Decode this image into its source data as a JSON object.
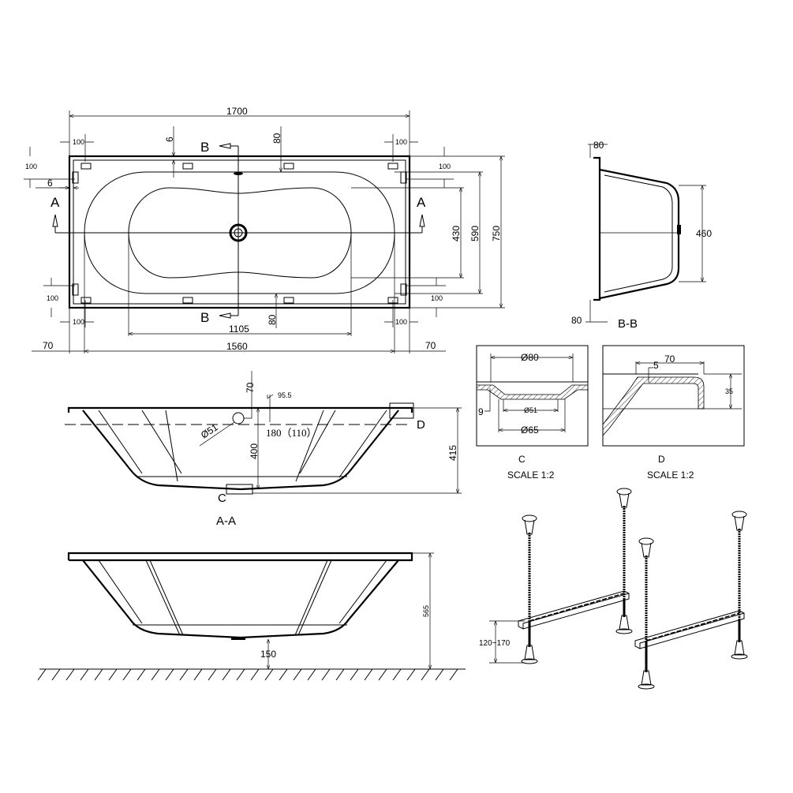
{
  "plan_view": {
    "dim_overall_length": "1700",
    "dim_inner_length": "1560",
    "dim_bottom_length": "1105",
    "dim_overall_width": "750",
    "dim_inner_width": "590",
    "dim_bottom_width": "430",
    "dim_rim_left": "70",
    "dim_rim_right": "70",
    "dim_rim_top": "80",
    "dim_rim_bottom": "80",
    "dim_gap_top": "6",
    "dim_gap_left": "6",
    "dim_pad_tl_h": "100",
    "dim_pad_tr_h": "100",
    "dim_pad_bl_h": "100",
    "dim_pad_br_h": "100",
    "dim_pad_tl_v": "100",
    "dim_pad_tr_v": "100",
    "dim_pad_bl_v": "100",
    "dim_pad_br_v": "100",
    "section_a_left": "A",
    "section_a_right": "A",
    "section_b_top": "B",
    "section_b_bottom": "B"
  },
  "section_bb": {
    "title": "B-B",
    "dim_depth": "460",
    "dim_flange_top": "80",
    "dim_flange_bottom": "80"
  },
  "section_aa": {
    "title": "A-A",
    "dim_overflow_top": "70",
    "dim_overflow_offset": "95.5",
    "dim_overflow_diameter": "Ø51",
    "dim_water_level": "180（110）",
    "dim_inner_depth": "400",
    "dim_total_depth": "415",
    "detail_c_marker": "C",
    "detail_d_marker": "D"
  },
  "detail_c": {
    "title": "C",
    "scale": "SCALE 1:2",
    "dim_outer": "Ø80",
    "dim_inner": "Ø51",
    "dim_mid": "Ø65",
    "dim_thickness": "9"
  },
  "detail_d": {
    "title": "D",
    "scale": "SCALE 1:2",
    "dim_width": "70",
    "dim_thickness": "5",
    "dim_height": "35"
  },
  "elevation": {
    "dim_total_height": "565",
    "dim_floor_clearance": "150"
  },
  "legs": {
    "dim_adjust_range": "120~170"
  }
}
